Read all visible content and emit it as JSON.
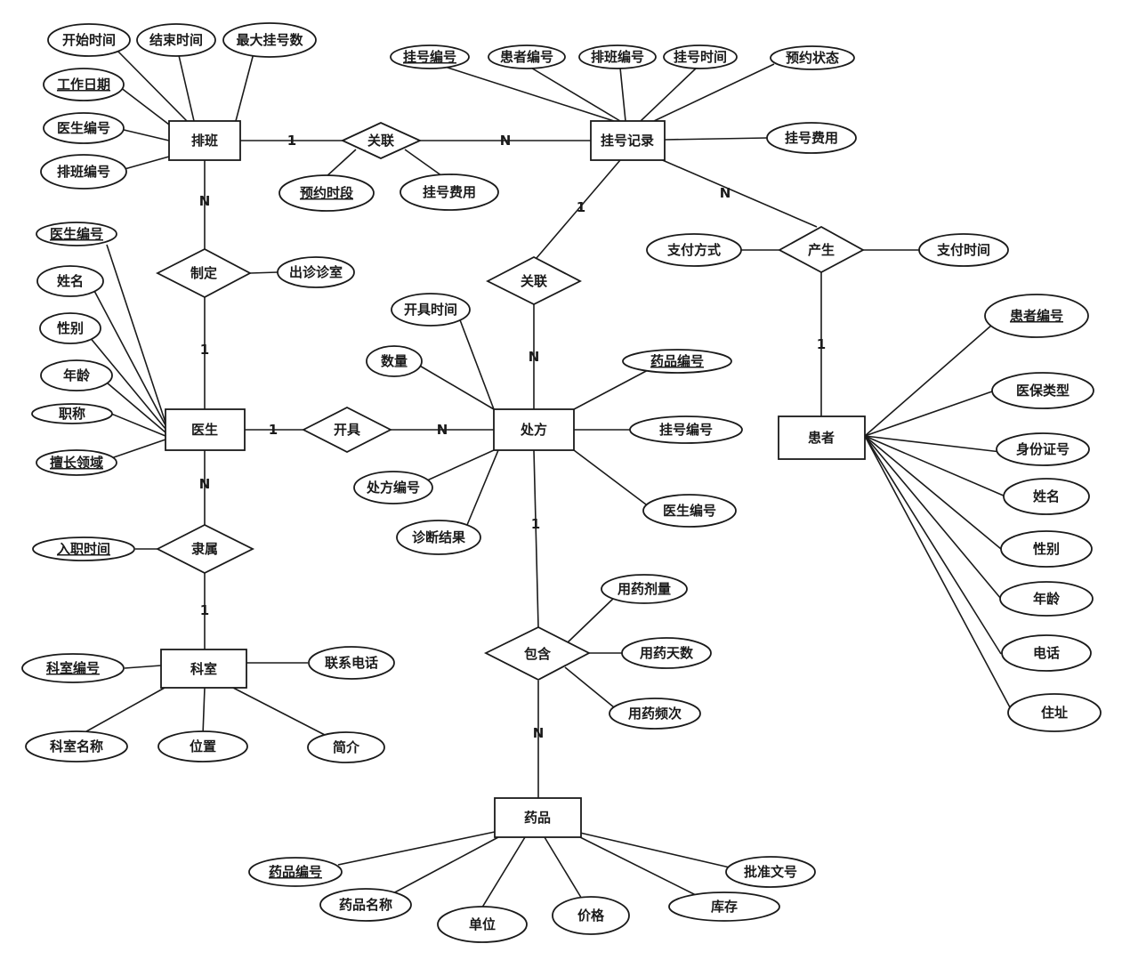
{
  "entities": {
    "schedule": "排班",
    "registration": "挂号记录",
    "doctor": "医生",
    "prescription": "处方",
    "patient": "患者",
    "department": "科室",
    "medicine": "药品"
  },
  "relationships": {
    "assoc_top": "关联",
    "make": "制定",
    "produce": "产生",
    "assoc_mid": "关联",
    "issue": "开具",
    "belong": "隶属",
    "contain": "包含"
  },
  "attributes": {
    "schedule": {
      "start_time": "开始时间",
      "end_time": "结束时间",
      "max_count": "最大挂号数",
      "work_date": "工作日期",
      "doctor_id": "医生编号",
      "schedule_id": "排班编号"
    },
    "assoc_top": {
      "slot": "预约时段",
      "fee": "挂号费用"
    },
    "registration": {
      "reg_id": "挂号编号",
      "patient_id": "患者编号",
      "schedule_id": "排班编号",
      "reg_time": "挂号时间",
      "status": "预约状态",
      "fee": "挂号费用"
    },
    "make": {
      "room": "出诊诊室"
    },
    "produce": {
      "pay_method": "支付方式",
      "pay_time": "支付时间"
    },
    "doctor": {
      "doctor_id": "医生编号",
      "name": "姓名",
      "gender": "性别",
      "age": "年龄",
      "title": "职称",
      "specialty": "擅长领域"
    },
    "prescription": {
      "issue_time": "开具时间",
      "quantity": "数量",
      "drug_id": "药品编号",
      "reg_id": "挂号编号",
      "rx_id": "处方编号",
      "doctor_id": "医生编号",
      "diagnosis": "诊断结果"
    },
    "patient": {
      "patient_id": "患者编号",
      "insurance": "医保类型",
      "id_card": "身份证号",
      "name": "姓名",
      "gender": "性别",
      "age": "年龄",
      "phone": "电话",
      "address": "住址"
    },
    "belong": {
      "hire_time": "入职时间"
    },
    "department": {
      "dept_id": "科室编号",
      "phone": "联系电话",
      "dept_name": "科室名称",
      "location": "位置",
      "intro": "简介"
    },
    "contain": {
      "dosage": "用药剂量",
      "days": "用药天数",
      "frequency": "用药频次"
    },
    "medicine": {
      "drug_id": "药品编号",
      "approval": "批准文号",
      "drug_name": "药品名称",
      "stock": "库存",
      "unit": "单位",
      "price": "价格"
    }
  },
  "cardinality": {
    "schedule_assoc": "1",
    "assoc_registration": "N",
    "schedule_make": "N",
    "make_doctor": "1",
    "registration_produce": "N",
    "produce_patient": "1",
    "registration_assocmid": "1",
    "assocmid_prescription": "N",
    "doctor_issue": "1",
    "issue_prescription": "N",
    "doctor_belong": "N",
    "belong_department": "1",
    "prescription_contain": "1",
    "contain_medicine": "N"
  }
}
